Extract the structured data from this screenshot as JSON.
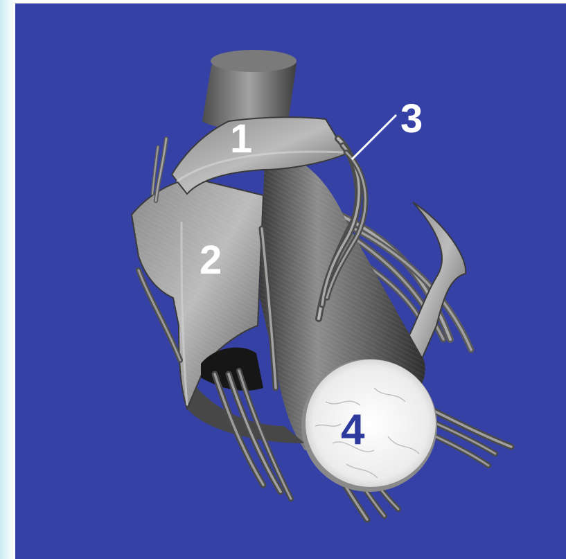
{
  "labels": {
    "one": "1",
    "two": "2",
    "three": "3",
    "four": "4"
  },
  "colors": {
    "background": "#3641a6",
    "muscle_light": "#9a9a9a",
    "muscle_dark": "#4a4a4a",
    "label_white": "#ffffff",
    "label_blue": "#2d3a9e",
    "cross_section": "#f2f2f2"
  }
}
